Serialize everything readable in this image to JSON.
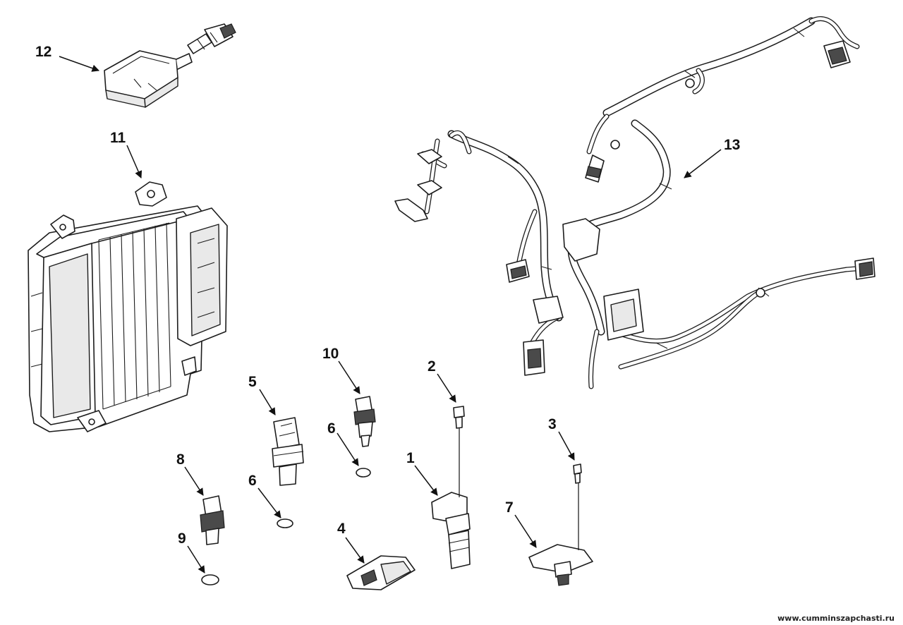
{
  "diagram": {
    "callouts": [
      {
        "id": "1",
        "label": "1"
      },
      {
        "id": "2",
        "label": "2"
      },
      {
        "id": "3",
        "label": "3"
      },
      {
        "id": "4",
        "label": "4"
      },
      {
        "id": "5",
        "label": "5"
      },
      {
        "id": "6a",
        "label": "6"
      },
      {
        "id": "6b",
        "label": "6"
      },
      {
        "id": "7",
        "label": "7"
      },
      {
        "id": "8",
        "label": "8"
      },
      {
        "id": "9",
        "label": "9"
      },
      {
        "id": "10",
        "label": "10"
      },
      {
        "id": "11",
        "label": "11"
      },
      {
        "id": "12",
        "label": "12"
      },
      {
        "id": "13",
        "label": "13"
      }
    ],
    "watermark": "www.cumminszapchasti.ru"
  }
}
